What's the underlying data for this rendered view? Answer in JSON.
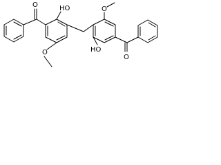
{
  "molecule": {
    "labels": {
      "ketone_o_left": "O",
      "hydroxyl_left": "HO",
      "methoxy_o_left": "O",
      "methoxy_o_right": "O",
      "hydroxyl_right": "HO",
      "ketone_o_right": "O"
    }
  },
  "colors": {
    "bond": "#000000",
    "text": "#000000",
    "background": "#ffffff"
  }
}
